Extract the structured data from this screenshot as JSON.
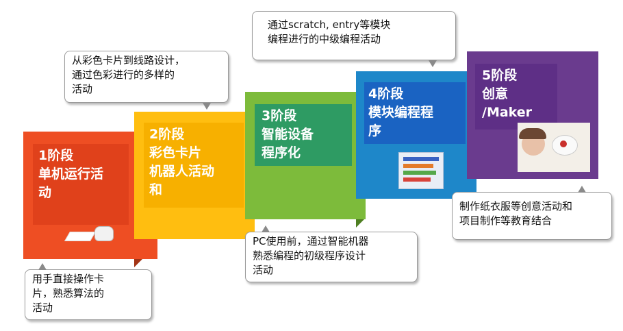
{
  "stages": [
    {
      "id": 1,
      "title": "1阶段\n单机运行活\n动",
      "color": "#EE4E23"
    },
    {
      "id": 2,
      "title": "2阶段\n彩色卡片\n机器人活动\n和",
      "color": "#FFBE10"
    },
    {
      "id": 3,
      "title": "3阶段\n智能设备\n程序化",
      "color": "#7DBB3B"
    },
    {
      "id": 4,
      "title": "4阶段\n模块编程程\n序",
      "color": "#1E87C9"
    },
    {
      "id": 5,
      "title": "5阶段\n创意\n/Maker",
      "color": "#6A3B8E"
    }
  ],
  "callouts": {
    "c1": "用手直接操作卡\n片，熟悉算法的\n活动",
    "c2": "从彩色卡片到线路设计，\n通过色彩进行的多样的\n活动",
    "c3": "PC使用前，通过智能机器\n熟悉编程的初级程序设计\n活动",
    "c4": "通过scratch, entry等模块\n编程进行的中级编程活动",
    "c5": "制作纸衣服等创意活动和\n项目制作等教育结合"
  }
}
